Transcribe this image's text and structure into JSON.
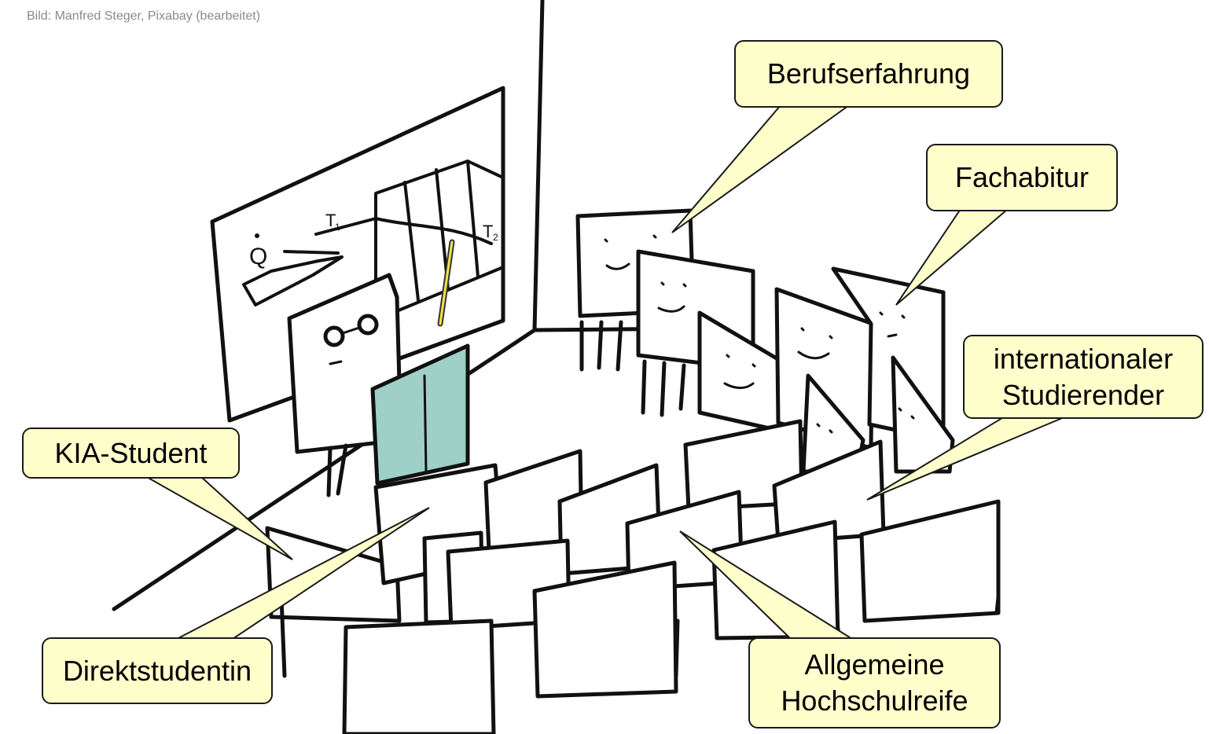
{
  "credit": "Bild: Manfred Steger, Pixabay (bearbeitet)",
  "bubble_color": "#ffffcc",
  "board_panel_color": "#9fd0c8",
  "whiteboard": {
    "q_label": "Q",
    "t1_label": "T",
    "t1_sub": "1",
    "t2_label": "T",
    "t2_sub": "2"
  },
  "labels": {
    "berufserfahrung": "Berufserfahrung",
    "fachabitur": "Fachabitur",
    "international_line1": "internationaler",
    "international_line2": "Studierender",
    "kia": "KIA-Student",
    "direkt": "Direktstudentin",
    "ahr_line1": "Allgemeine",
    "ahr_line2": "Hochschulreife"
  }
}
